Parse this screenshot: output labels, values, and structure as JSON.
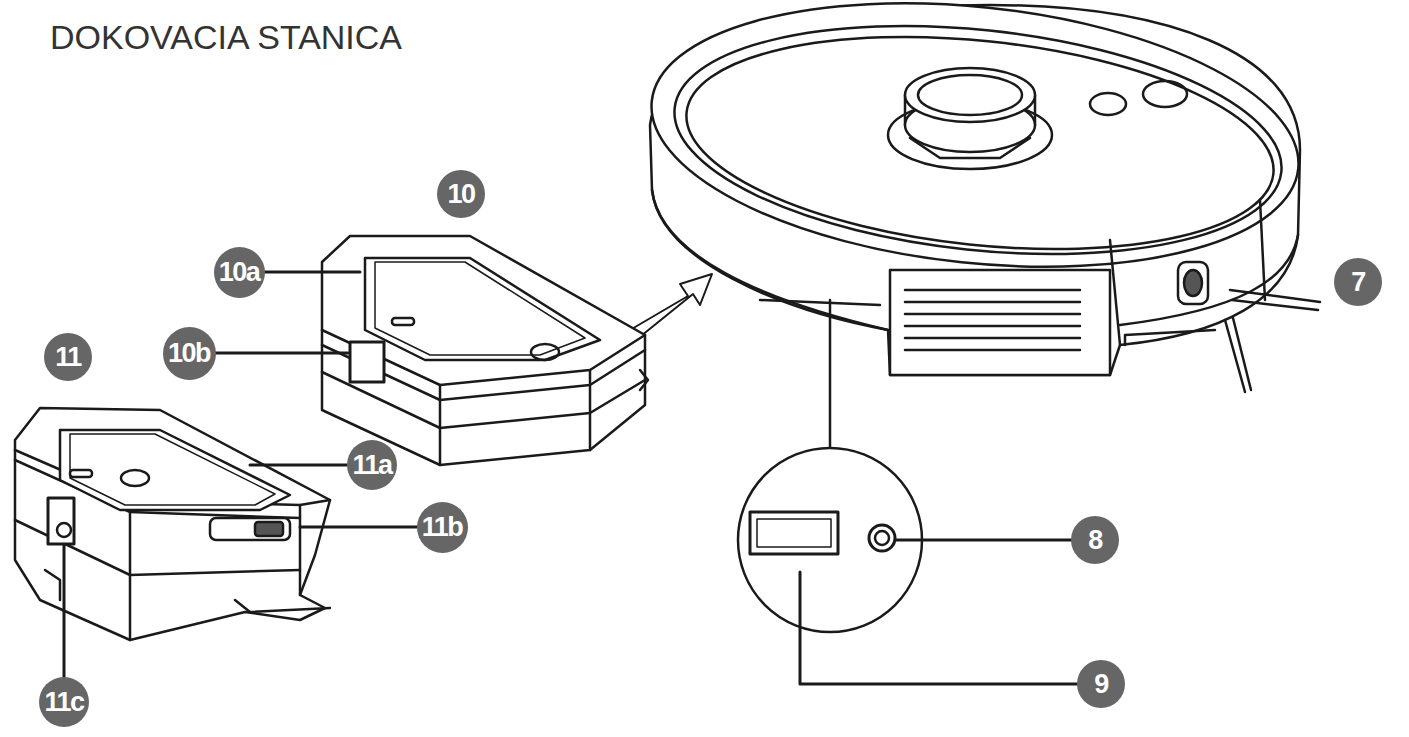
{
  "diagram": {
    "title": "DOKOVACIA STANICA",
    "nodes": [
      {
        "text": [
          "10"
        ]
      },
      {
        "text": [
          "10a"
        ]
      },
      {
        "text": [
          "11"
        ]
      },
      {
        "text": [
          "10b"
        ]
      },
      {
        "text": [
          "7"
        ]
      },
      {
        "text": [
          "11a"
        ]
      },
      {
        "text": [
          "11b"
        ]
      },
      {
        "text": [
          "8"
        ]
      },
      {
        "text": [
          "11c"
        ]
      },
      {
        "text": [
          "9"
        ]
      }
    ]
  }
}
